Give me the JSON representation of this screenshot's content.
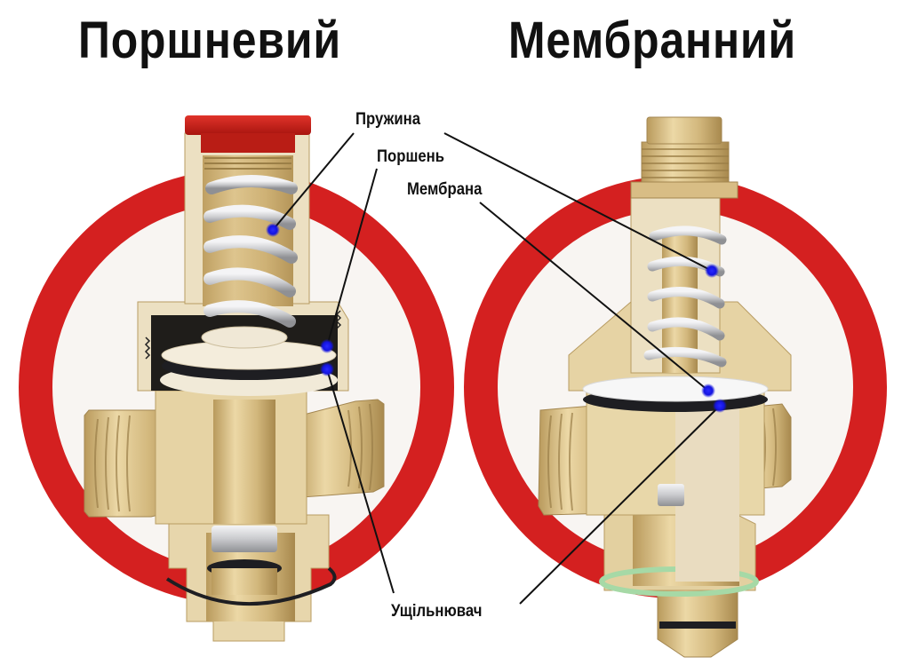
{
  "titles": {
    "left": "Поршневий",
    "right": "Мембранний"
  },
  "labels": {
    "spring": "Пружина",
    "piston": "Поршень",
    "membrane": "Мембрана",
    "seal": "Ущільнювач"
  },
  "colors": {
    "ring_red": "#d42020",
    "ring_inner": "#f8f5f2",
    "brass": "#d9c08a",
    "brass_dark": "#a88a4e",
    "body_cream": "#ece0c2",
    "cap_red": "#c8201a",
    "spring_silver": "#d8d9dc",
    "seal_black": "#1e1e22",
    "membrane_white": "#f7f7f7",
    "gasket_green": "#a6d9a6",
    "pointer_dot": "#1818ee",
    "leader_line": "#111111"
  },
  "valves": [
    {
      "id": "piston-valve",
      "title_ref": "titles.left"
    },
    {
      "id": "membrane-valve",
      "title_ref": "titles.right"
    }
  ]
}
